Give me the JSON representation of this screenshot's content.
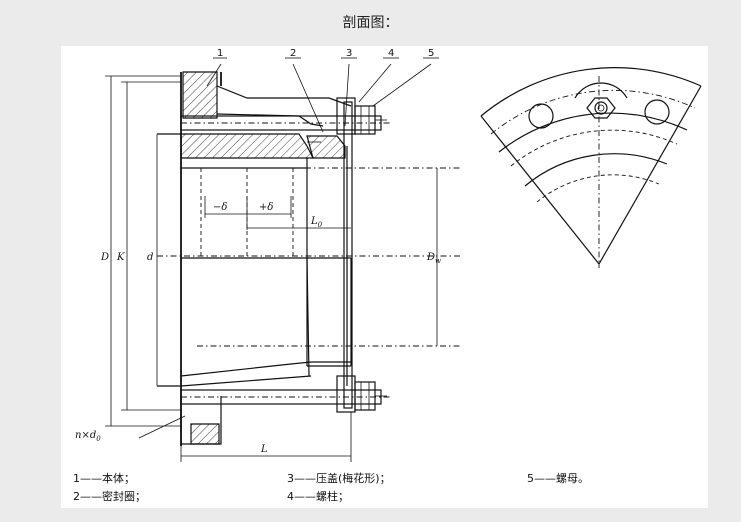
{
  "header": {
    "title": "剖面图："
  },
  "diagram": {
    "part_numbers": [
      "1",
      "2",
      "3",
      "4",
      "5"
    ],
    "dimensions": {
      "D": "D",
      "K": "K",
      "d": "d",
      "Dw": "D",
      "Dw_sub": "w",
      "L": "L",
      "L0": "L",
      "L0_sub": "0",
      "minus_delta": "−δ",
      "plus_delta": "+δ",
      "holes": "n×d",
      "holes_sub": "0"
    }
  },
  "legend": {
    "item1": "1——本体；",
    "item2": "2——密封圈；",
    "item3": "3——压盖(梅花形)；",
    "item4": "4——螺柱；",
    "item5": "5——螺母。"
  }
}
